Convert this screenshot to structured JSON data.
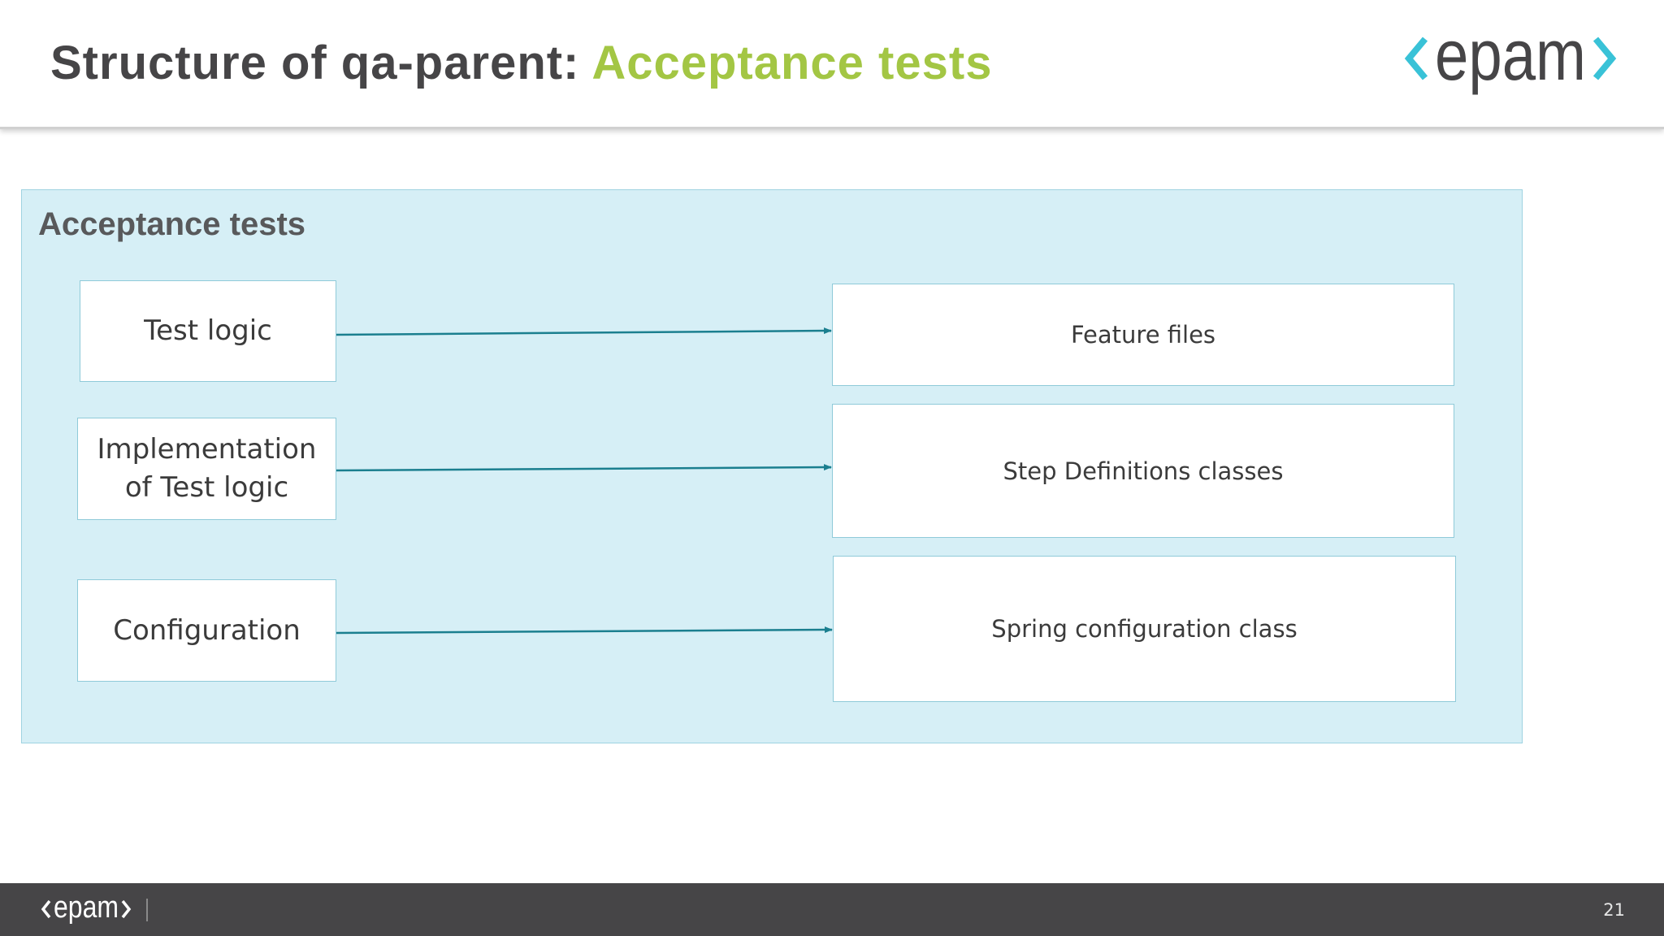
{
  "slide": {
    "title_prefix": "Structure of qa-parent: ",
    "title_accent": "Acceptance tests",
    "logo_text": "epam",
    "page_number": "21"
  },
  "diagram": {
    "panel_title": "Acceptance tests",
    "left_items": [
      {
        "label_lines": [
          "Test logic"
        ]
      },
      {
        "label_lines": [
          "Implementation",
          "of Test logic"
        ]
      },
      {
        "label_lines": [
          "Configuration"
        ]
      }
    ],
    "right_items": [
      {
        "label": "Feature files"
      },
      {
        "label": "Step Definitions classes"
      },
      {
        "label": "Spring configuration class"
      }
    ]
  },
  "colors": {
    "title_text": "#464547",
    "accent_green": "#a3c644",
    "logo_cyan": "#39c2d7",
    "panel_fill": "#d6eff6",
    "arrow": "#1b7f8f",
    "footer": "#464547"
  }
}
